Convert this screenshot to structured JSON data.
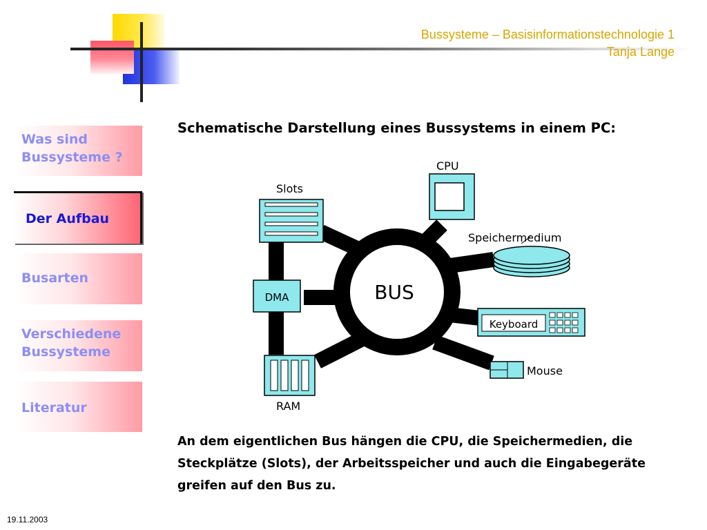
{
  "header": {
    "title_line1": "Bussysteme – Basisinformationstechnologie 1",
    "title_line2": "Tanja Lange"
  },
  "nav": {
    "items": [
      {
        "label": "Was sind Bussysteme ?",
        "active": false
      },
      {
        "label": "Der Aufbau",
        "active": true
      },
      {
        "label": "Busarten",
        "active": false
      },
      {
        "label": "Verschiedene Bussysteme",
        "active": false
      },
      {
        "label": "Literatur",
        "active": false
      }
    ]
  },
  "slide": {
    "title": "Schematische Darstellung eines Bussystems in einem PC:",
    "diagram": {
      "bus": "BUS",
      "cpu": "CPU",
      "slots": "Slots",
      "storage": "Speichermedium",
      "dma": "DMA",
      "keyboard": "Keyboard",
      "mouse": "Mouse",
      "ram": "RAM"
    },
    "body": "An dem eigentlichen Bus hängen die CPU, die Speichermedien, die Steckplätze (Slots), der Arbeitsspeicher und auch die Eingabegeräte greifen auf den Bus zu."
  },
  "footer": {
    "date": "19.11.2003"
  },
  "colors": {
    "header_text": "#d6a600",
    "nav_text": "#8e8ef2",
    "nav_active_text": "#1a1ad0",
    "diagram_fill": "#8ee8ec",
    "bus_ring": "#000000"
  }
}
